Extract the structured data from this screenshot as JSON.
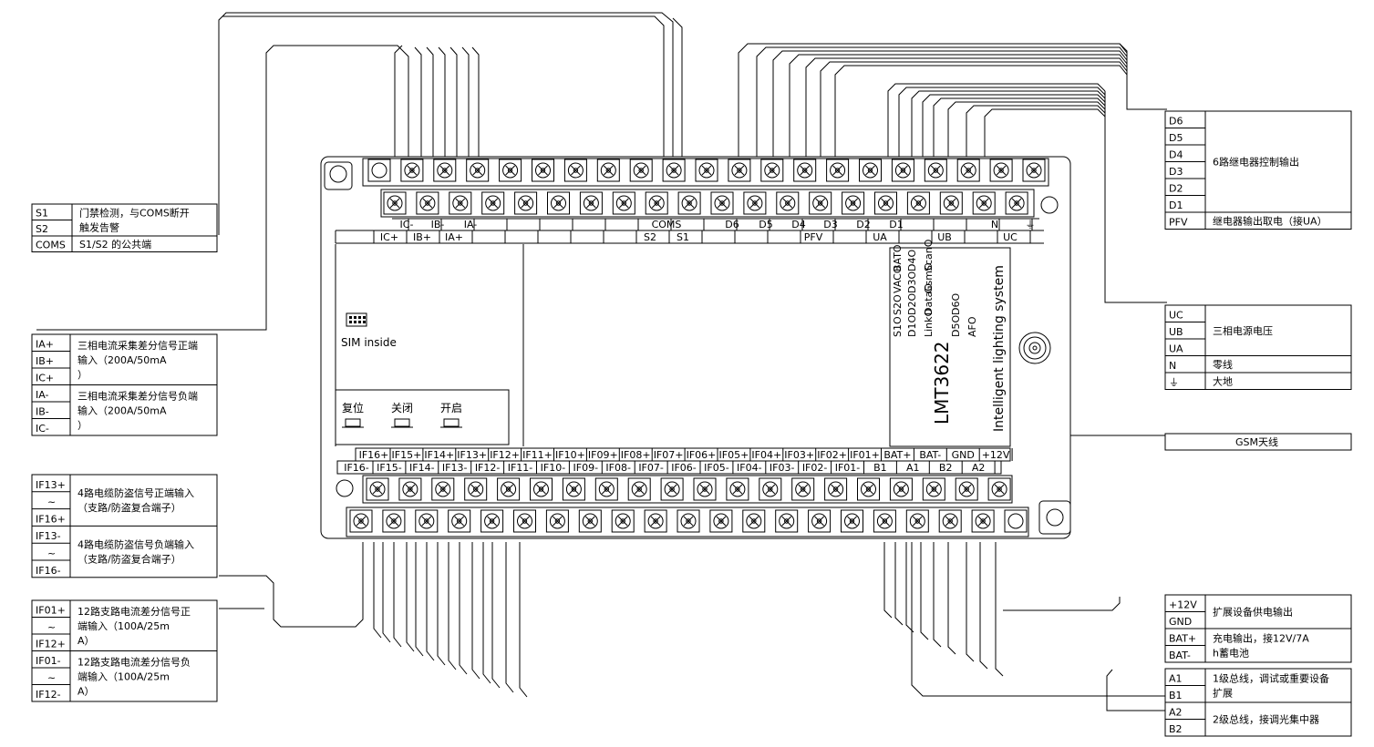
{
  "device": {
    "model": "LMT3622",
    "system": "Intelligent lighting system",
    "sim": "SIM inside",
    "antenna": "GSM天线",
    "buttons": [
      "复位",
      "关闭",
      "开启"
    ],
    "leds": [
      {
        "col": [
          "S1",
          "S2",
          "VAC",
          "BAT"
        ]
      },
      {
        "col": [
          "D1",
          "D2",
          "D3",
          "D4"
        ]
      },
      {
        "col": [
          "Link",
          "Data",
          "Gsm",
          "Scan"
        ]
      },
      {
        "col": [
          "D5",
          "D6"
        ]
      },
      {
        "col": [
          "AF"
        ]
      }
    ]
  },
  "top_terminals": {
    "upper_labels": [
      "IC-",
      "IB-",
      "IA-",
      "COMS",
      "D6",
      "D5",
      "D4",
      "D3",
      "D2",
      "D1",
      "N",
      "⏚"
    ],
    "lower_labels": [
      "IC+",
      "IB+",
      "IA+",
      "S2",
      "S1",
      "PFV",
      "UA",
      "UB",
      "UC"
    ]
  },
  "bottom_terminals": {
    "upper_labels": [
      "IF16+",
      "IF15+",
      "IF14+",
      "IF13+",
      "IF12+",
      "IF11+",
      "IF10+",
      "IF09+",
      "IF08+",
      "IF07+",
      "IF06+",
      "IF05+",
      "IF04+",
      "IF03+",
      "IF02+",
      "IF01+",
      "BAT+",
      "BAT-",
      "GND",
      "+12V"
    ],
    "lower_labels": [
      "IF16-",
      "IF15-",
      "IF14-",
      "IF13-",
      "IF12-",
      "IF11-",
      "IF10-",
      "IF09-",
      "IF08-",
      "IF07-",
      "IF06-",
      "IF05-",
      "IF04-",
      "IF03-",
      "IF02-",
      "IF01-",
      "B1",
      "A1",
      "B2",
      "A2"
    ]
  },
  "legend_left": [
    {
      "rows": [
        "S1",
        "S2",
        "COMS"
      ],
      "desc": [
        "门禁检测，与COMS断开触发告警",
        "S1/S2 的公共端"
      ]
    },
    {
      "rows": [
        "IA+",
        "IB+",
        "IC+",
        "IA-",
        "IB-",
        "IC-"
      ],
      "desc": [
        "三相电流采集差分信号正端输入（200A/50mA）",
        "三相电流采集差分信号负端输入（200A/50mA）"
      ]
    },
    {
      "rows": [
        "IF13+",
        "~",
        "IF16+",
        "IF13-",
        "~",
        "IF16-"
      ],
      "desc": [
        "4路电缆防盗信号正端输入（支路/防盗复合端子）",
        "4路电缆防盗信号负端输入（支路/防盗复合端子）"
      ]
    },
    {
      "rows": [
        "IF01+",
        "~",
        "IF12+",
        "IF01-",
        "~",
        "IF12-"
      ],
      "desc": [
        "12路支路电流差分信号正端输入（100A/25mA）",
        "12路支路电流差分信号负端输入（100A/25mA）"
      ]
    }
  ],
  "legend_right": [
    {
      "rows": [
        "D6",
        "D5",
        "D4",
        "D3",
        "D2",
        "D1",
        "PFV"
      ],
      "desc": [
        "6路继电器控制输出",
        "继电器输出取电（接UA）"
      ]
    },
    {
      "rows": [
        "UC",
        "UB",
        "UA",
        "N",
        "⏚"
      ],
      "desc": [
        "三相电源电压",
        "零线",
        "大地"
      ]
    },
    {
      "rows": [
        "+12V",
        "GND",
        "BAT+",
        "BAT-"
      ],
      "desc": [
        "扩展设备供电输出",
        "充电输出，接12V/7Ah蓄电池"
      ]
    },
    {
      "rows": [
        "A1",
        "B1",
        "A2",
        "B2"
      ],
      "desc": [
        "1级总线，调试或重要设备扩展",
        "2级总线，接调光集中器"
      ]
    }
  ]
}
